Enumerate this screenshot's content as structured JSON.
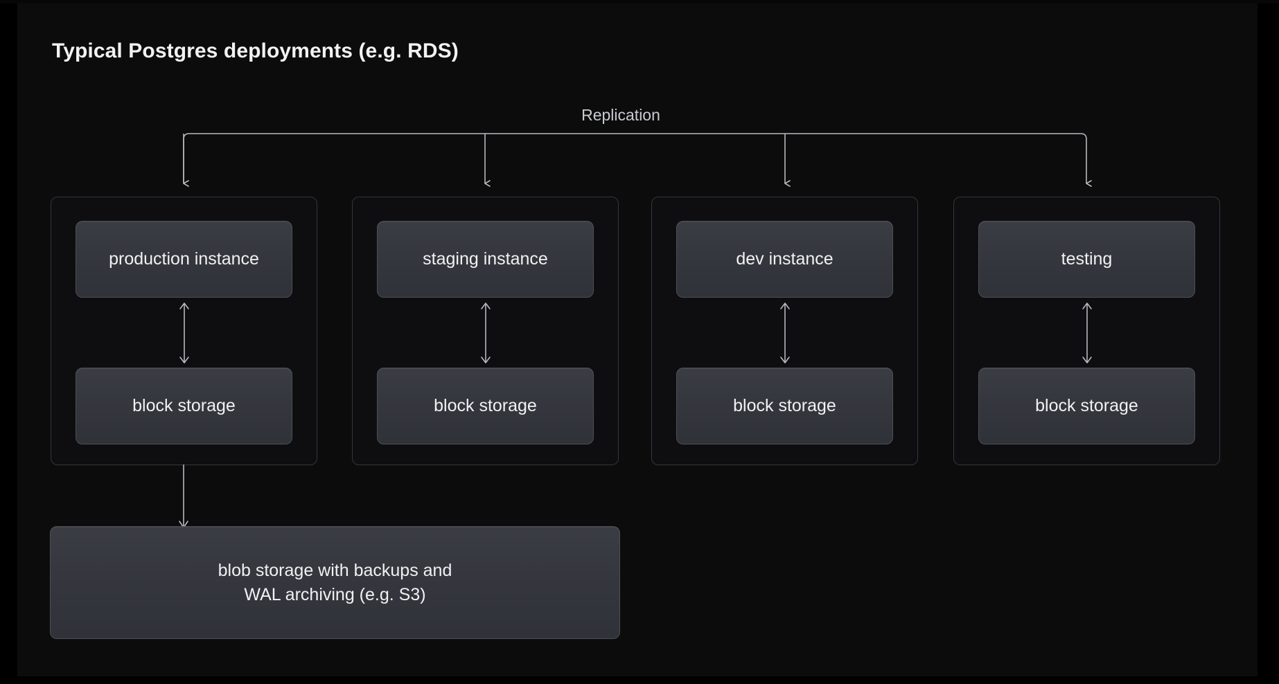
{
  "diagram": {
    "title": "Typical Postgres deployments (e.g. RDS)",
    "replication_label": "Replication",
    "groups": [
      {
        "instance": "production instance",
        "storage": "block storage"
      },
      {
        "instance": "staging instance",
        "storage": "block storage"
      },
      {
        "instance": "dev instance",
        "storage": "block storage"
      },
      {
        "instance": "testing",
        "storage": "block storage"
      }
    ],
    "blob_storage": {
      "line1": "blob storage with backups and",
      "line2": "WAL archiving (e.g. S3)"
    },
    "colors": {
      "background": "#0c0c0d",
      "page_background": "#000000",
      "group_border": "#34363b",
      "node_fill_top": "#3a3d43",
      "node_fill_bottom": "#2f3238",
      "node_border": "#4c4f55",
      "connector": "#b7b9be",
      "title_text": "#f2f2f3",
      "body_text": "#f0f1f3",
      "label_text": "#c9cbcf"
    }
  }
}
